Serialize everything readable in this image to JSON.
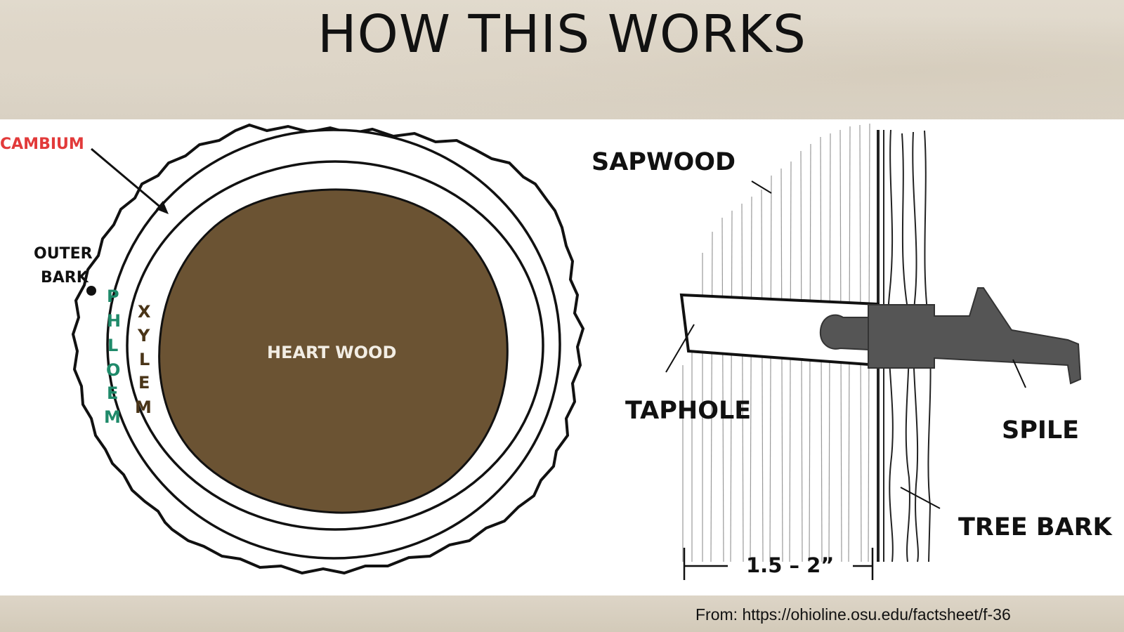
{
  "slide": {
    "title": "HOW THIS WORKS",
    "source": "From: https://ohioline.osu.edu/factsheet/f-36"
  },
  "tree_section": {
    "cambium": "CAMBIUM",
    "outer_bark_line1": "OUTER",
    "outer_bark_line2": "BARK",
    "phloem": [
      "P",
      "H",
      "L",
      "O",
      "E",
      "M"
    ],
    "xylem": [
      "X",
      "Y",
      "L",
      "E",
      "M"
    ],
    "heartwood": "HEART WOOD",
    "colors": {
      "cambium": "#e23a3a",
      "phloem": "#1f8a6a",
      "xylem": "#4a3518",
      "heartwood": "#6b5333"
    }
  },
  "tap_diagram": {
    "sapwood": "SAPWOOD",
    "taphole": "TAPHOLE",
    "spile": "SPILE",
    "tree_bark": "TREE BARK",
    "depth": "1.5 – 2”"
  }
}
